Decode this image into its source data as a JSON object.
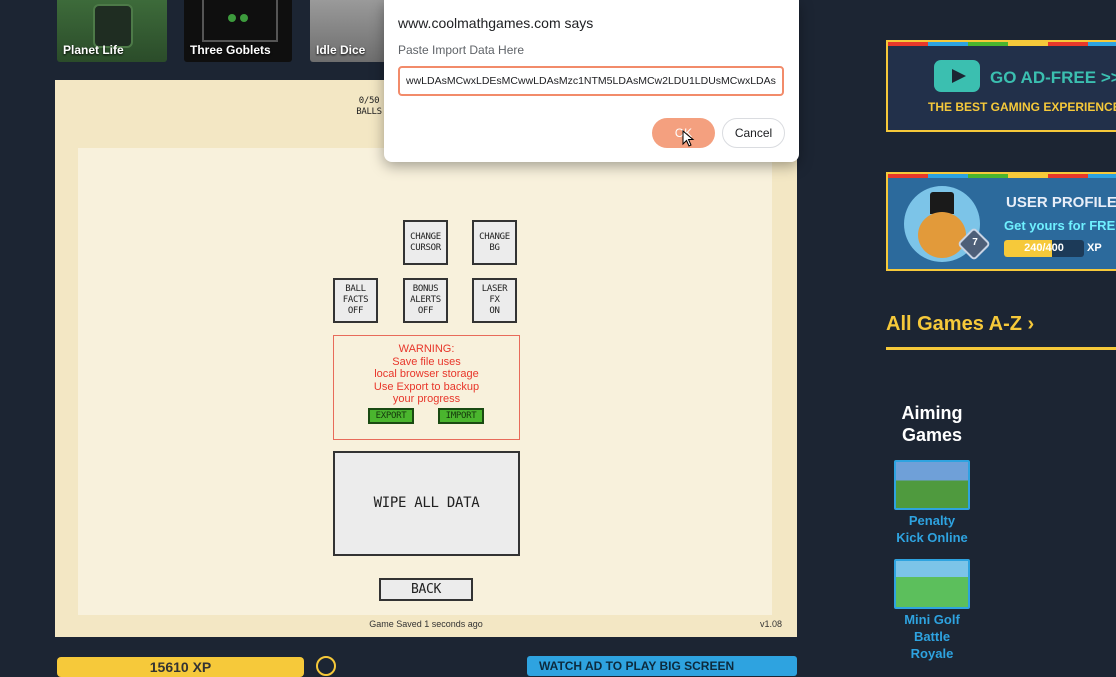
{
  "top_games": [
    {
      "label": "Planet Life"
    },
    {
      "label": "Three Goblets"
    },
    {
      "label": "Idle Dice"
    }
  ],
  "game": {
    "ball_counter": "0/50\nBALLS",
    "options": {
      "change_cursor": "CHANGE\nCURSOR",
      "change_bg": "CHANGE\nBG",
      "ball_facts": "BALL\nFACTS\nOFF",
      "bonus_alerts": "BONUS\nALERTS\nOFF",
      "laser_fx": "LASER\nFX\nON"
    },
    "warning": "WARNING:\nSave file uses\nlocal browser storage\nUse Export to backup\nyour progress",
    "export_label": "EXPORT",
    "import_label": "IMPORT",
    "wipe_label": "WIPE ALL DATA",
    "back_label": "BACK",
    "save_status": "Game Saved 1 seconds ago",
    "version": "v1.08"
  },
  "bottom": {
    "xp_label": "15610 XP",
    "watch_ad_label": "WATCH AD TO PLAY BIG SCREEN"
  },
  "dialog": {
    "origin": "www.coolmathgames.com says",
    "prompt": "Paste Import Data Here",
    "input_value": "wwLDAsMCwxLDEsMCwwLDAsMzc1NTM5LDAsMCw2LDU1LDUsMCwxLDAs",
    "ok_label": "OK",
    "cancel_label": "Cancel"
  },
  "sidebar": {
    "go_adfree_title": "GO AD-FREE >>",
    "go_adfree_sub": "THE BEST GAMING EXPERIENCE",
    "user_profile_title": "USER PROFILE",
    "user_profile_sub": "Get yours for FREE",
    "level": "7",
    "xp_progress_text": "240/400",
    "xp_progress_fraction": 0.6,
    "xp_suffix": "XP",
    "all_games_label": "All Games A-Z ›",
    "category_title": "Aiming\nGames",
    "games": [
      {
        "label": "Penalty\nKick Online"
      },
      {
        "label": "Mini Golf\nBattle\nRoyale"
      }
    ]
  },
  "colors": {
    "page_bg": "#1c2533",
    "accent_yellow": "#f6c93a",
    "accent_blue": "#2ea3e0",
    "ok_button": "#f4a07f"
  }
}
